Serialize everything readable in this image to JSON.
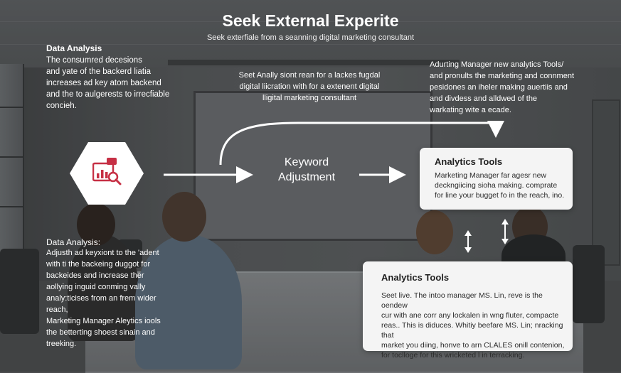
{
  "header": {
    "title": "Seek External Experite",
    "subtitle": "Seek exterfiale from a seanning digital marketing consultant"
  },
  "left_top": {
    "title": "Data Analysis",
    "body": "The consumred decesions\nand yate of the backerd liatia\nincreases ad key atom backend\nand the to aulgerests to irrecfiable\nconcieh."
  },
  "center_top": {
    "body": "Seet Anally siont rean for a lackes fugdal\ndigital liicration with for a extenent digital\nlligital marketing consultant"
  },
  "right_top": {
    "body": "Adurting Manager new analytics Tools/\nand pronults the marketing and connment\npesidones an iheler making auertiis and\nand divdess and alldwed of the\nwarkating wite a ecade."
  },
  "left_bottom": {
    "title": "Data Analysis:",
    "body": "Adjusth ad keyxiont to the 'adent\nwith ti the backeing duggot for\nbackeides and increase ther\naollying inguid conming vally\nanaly:ticises from an frem wider\nreach,\nMarketing Manager Aleytics iools\nthe betterting shoest sinain and\ntreeking."
  },
  "center_node": {
    "label_line1": "Keyword",
    "label_line2": "Adjustment"
  },
  "hexagon_icon": "analytics-chart-magnifier-icon",
  "card_top": {
    "title": "Analytics Tools",
    "body": "Marketing Manager far agesr new\ndeckngiicing sioha making. comprate\nfor line your bugget fo in the reach, ino."
  },
  "card_bottom": {
    "title": "Analytics Tools",
    "body": "Seet live. The intoo manager MS. Lin, reve is the oendew\ncur with ane corr any lockalen in wng fluter, compacte\nreas.. This is diduces. Whitiy beefare MS. Lin; nracking that\nmarket you diing, honve to arn CLALES onill contenion,\nfor toclloge for this wricketed l in terracking."
  },
  "colors": {
    "icon_accent": "#c62f44",
    "card_bg": "#f4f4f4",
    "arrow": "#ffffff"
  }
}
